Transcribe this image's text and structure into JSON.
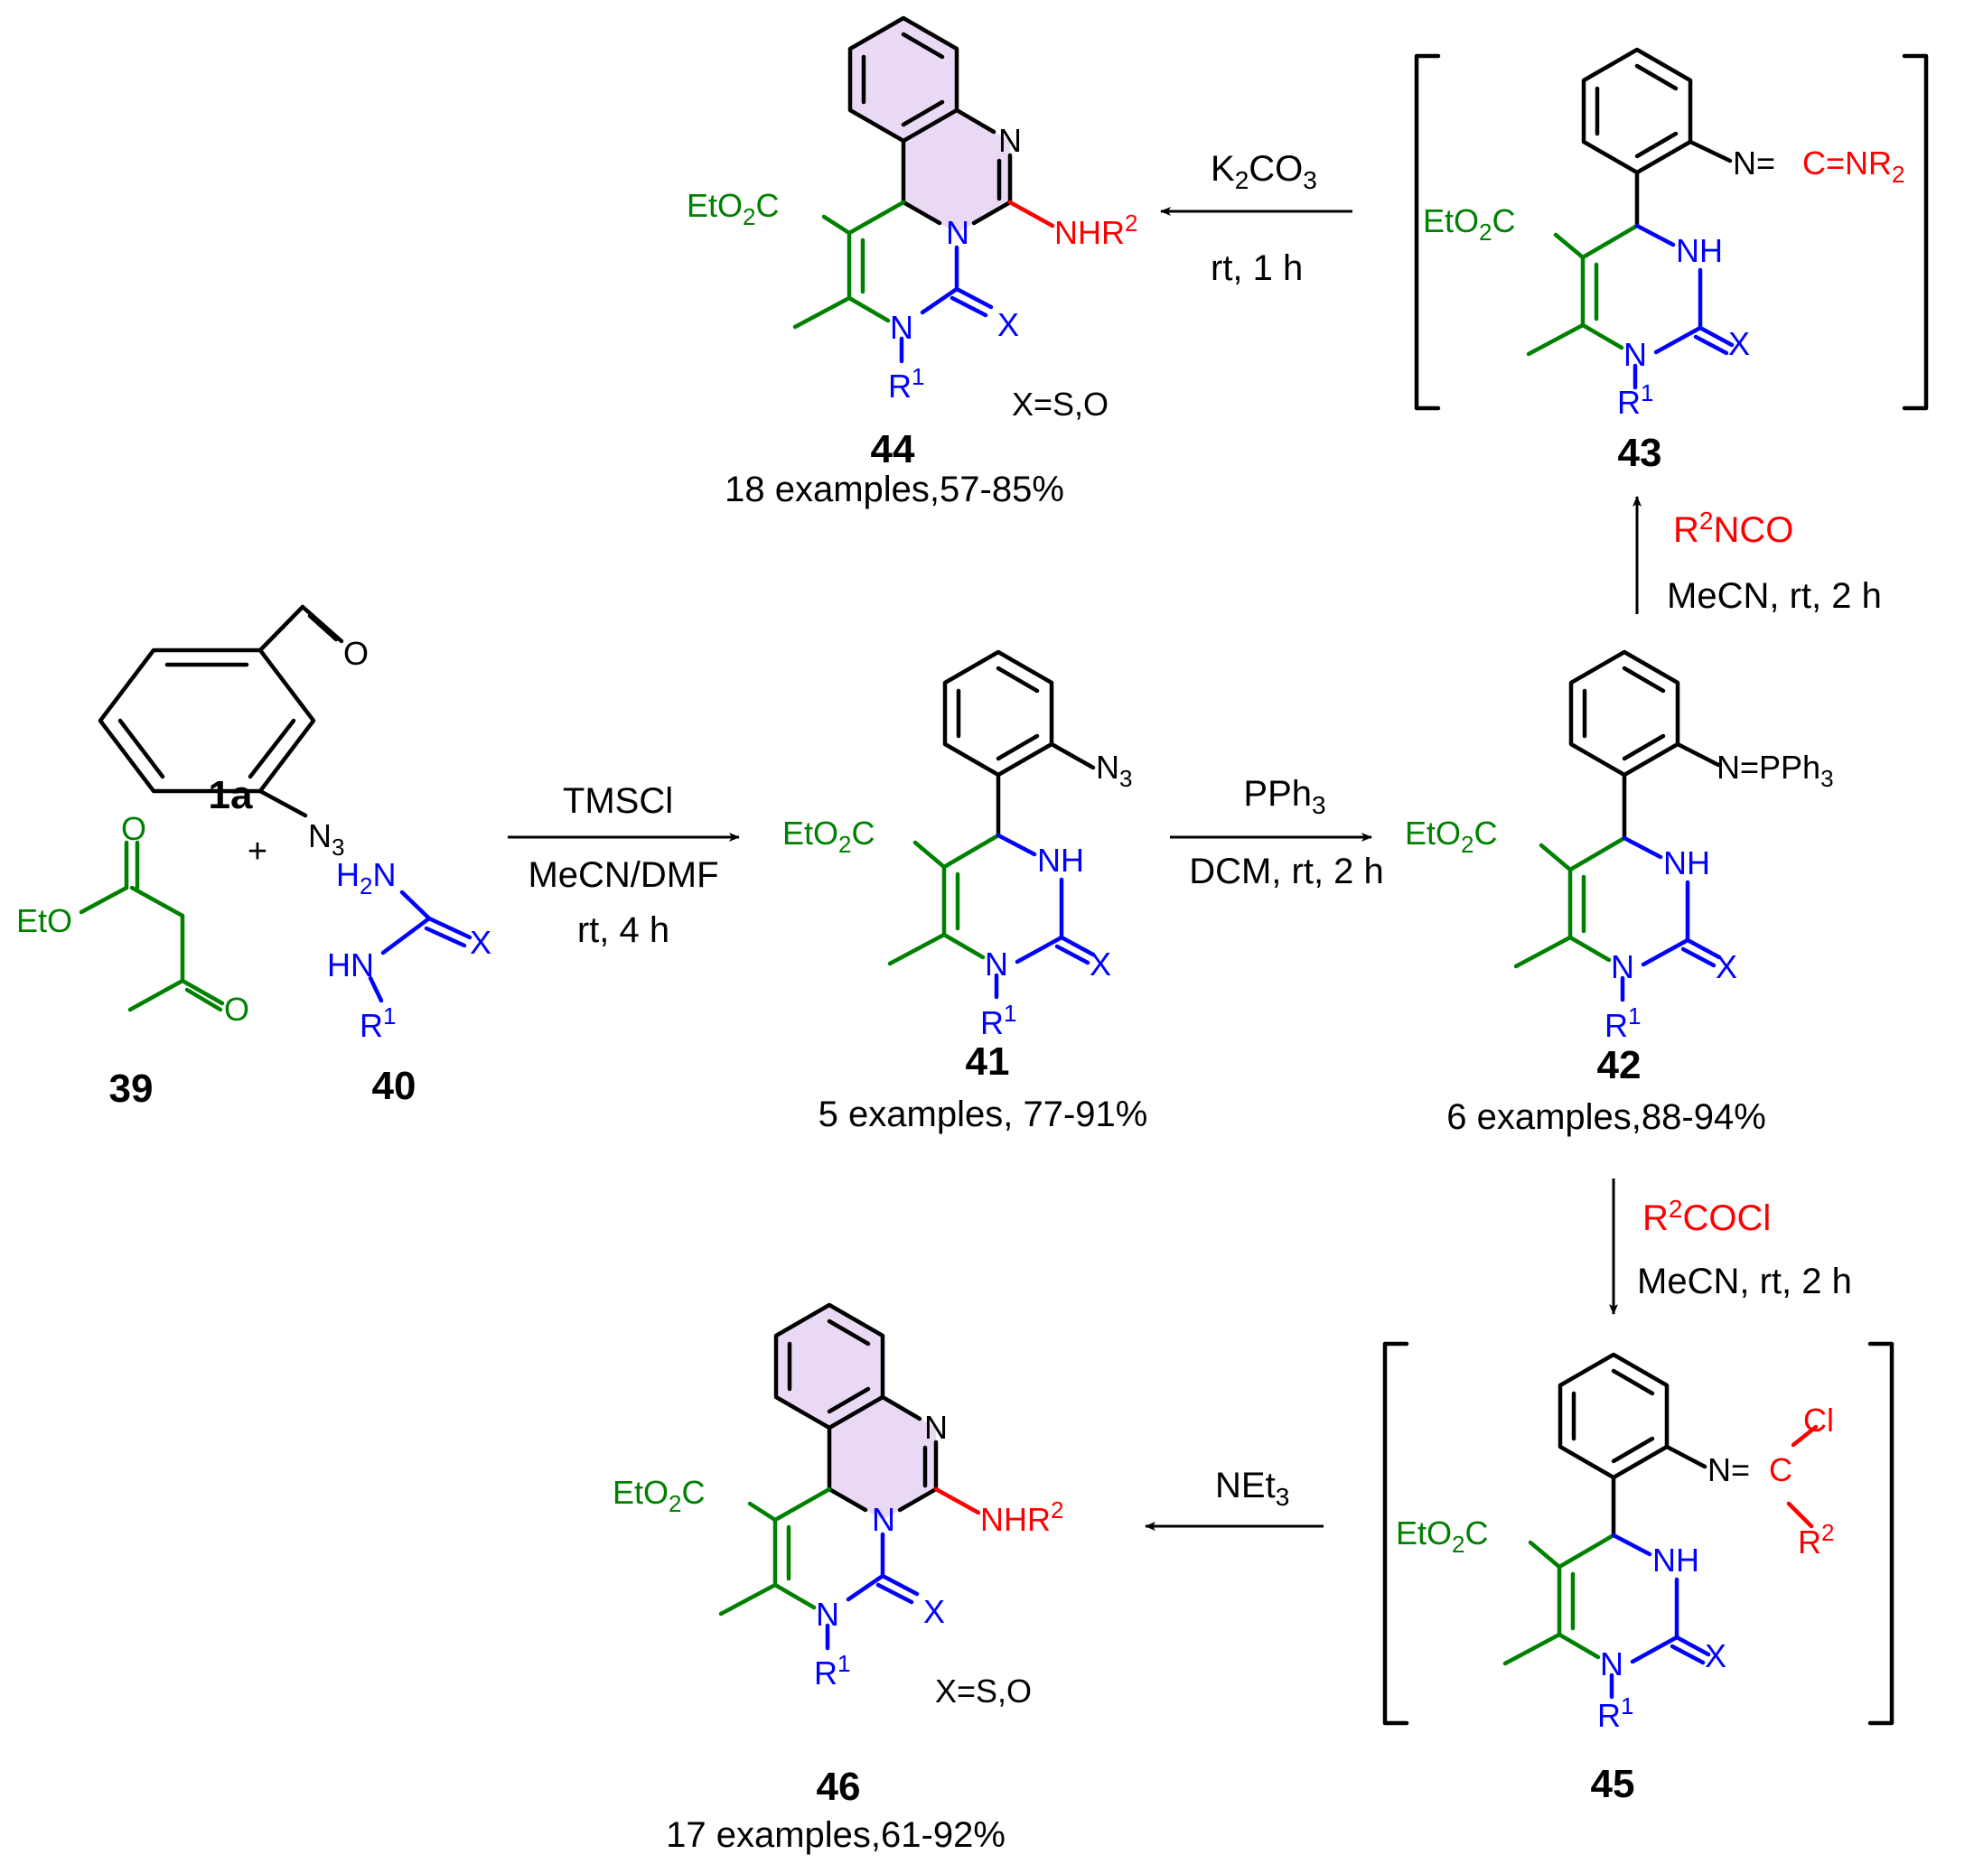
{
  "colors": {
    "black": "#000000",
    "green": "#008000",
    "blue": "#0000ff",
    "red": "#ff0000",
    "purple_fill": "#e9d9f4"
  },
  "compounds": {
    "c1a": {
      "id": "1a",
      "O": "O",
      "N3": "N",
      "N3_sub": "3"
    },
    "c39": {
      "id": "39",
      "EtO": "EtO",
      "O_top": "O",
      "O_bottom": "O"
    },
    "c40": {
      "id": "40",
      "H2N_H": "H",
      "H2N_sub": "2",
      "H2N_N": "N",
      "HN": "HN",
      "X": "X",
      "R": "R",
      "R_sup": "1"
    },
    "c41": {
      "id": "41",
      "examples": "5 examples, 77-91%",
      "N3": "N",
      "N3_sub": "3",
      "ester_a": "EtO",
      "ester_sub": "2",
      "ester_b": "C",
      "NH": "NH",
      "N": "N",
      "X": "X",
      "R": "R",
      "R_sup": "1"
    },
    "c42": {
      "id": "42",
      "examples": "6 examples,88-94%",
      "imine": "N=PPh",
      "imine_sub": "3",
      "ester_a": "EtO",
      "ester_sub": "2",
      "ester_b": "C",
      "NH": "NH",
      "N": "N",
      "X": "X",
      "R": "R",
      "R_sup": "1"
    },
    "c43": {
      "id": "43",
      "N_eq": "N=",
      "carbo": "C=NR",
      "carbo_sub": "2",
      "ester_a": "EtO",
      "ester_sub": "2",
      "ester_b": "C",
      "NH": "NH",
      "N": "N",
      "X": "X",
      "R": "R",
      "R_sup": "1"
    },
    "c44": {
      "id": "44",
      "examples": "18 examples,57-85%",
      "N_ring": "N",
      "N_center": "N",
      "NHR": "NHR",
      "NHR_sup": "2",
      "ester_a": "EtO",
      "ester_sub": "2",
      "ester_b": "C",
      "N": "N",
      "X": "X",
      "R": "R",
      "R_sup": "1",
      "xnote": "X=S,O"
    },
    "c45": {
      "id": "45",
      "N_eq": "N=",
      "C": "C",
      "Cl": "Cl",
      "R": "R",
      "R_sup": "2",
      "ester_a": "EtO",
      "ester_sub": "2",
      "ester_b": "C",
      "NH": "NH",
      "N": "N",
      "X": "X",
      "R1": "R",
      "R1_sup": "1"
    },
    "c46": {
      "id": "46",
      "examples": "17 examples,61-92%",
      "N_ring": "N",
      "N_center": "N",
      "NHR": "NHR",
      "NHR_sup": "2",
      "ester_a": "EtO",
      "ester_sub": "2",
      "ester_b": "C",
      "N": "N",
      "X": "X",
      "R": "R",
      "R_sup": "1",
      "xnote": "X=S,O"
    }
  },
  "plus": "+",
  "reactions": {
    "r1": {
      "reagent": "TMSCl",
      "solvent": "MeCN/DMF",
      "conditions": "rt, 4 h"
    },
    "r2": {
      "reagent": "PPh",
      "reagent_sub": "3",
      "conditions": "DCM, rt, 2 h"
    },
    "r3": {
      "reagent_R": "R",
      "reagent_sup": "2",
      "reagent_rest": "NCO",
      "conditions": "MeCN, rt, 2 h"
    },
    "r4": {
      "reagent_a": "K",
      "reagent_sub1": "2",
      "reagent_b": "CO",
      "reagent_sub2": "3",
      "conditions": "rt, 1 h"
    },
    "r5": {
      "reagent_R": "R",
      "reagent_sup": "2",
      "reagent_rest": "COCl",
      "conditions": "MeCN, rt, 2 h"
    },
    "r6": {
      "reagent": "NEt",
      "reagent_sub": "3"
    }
  }
}
